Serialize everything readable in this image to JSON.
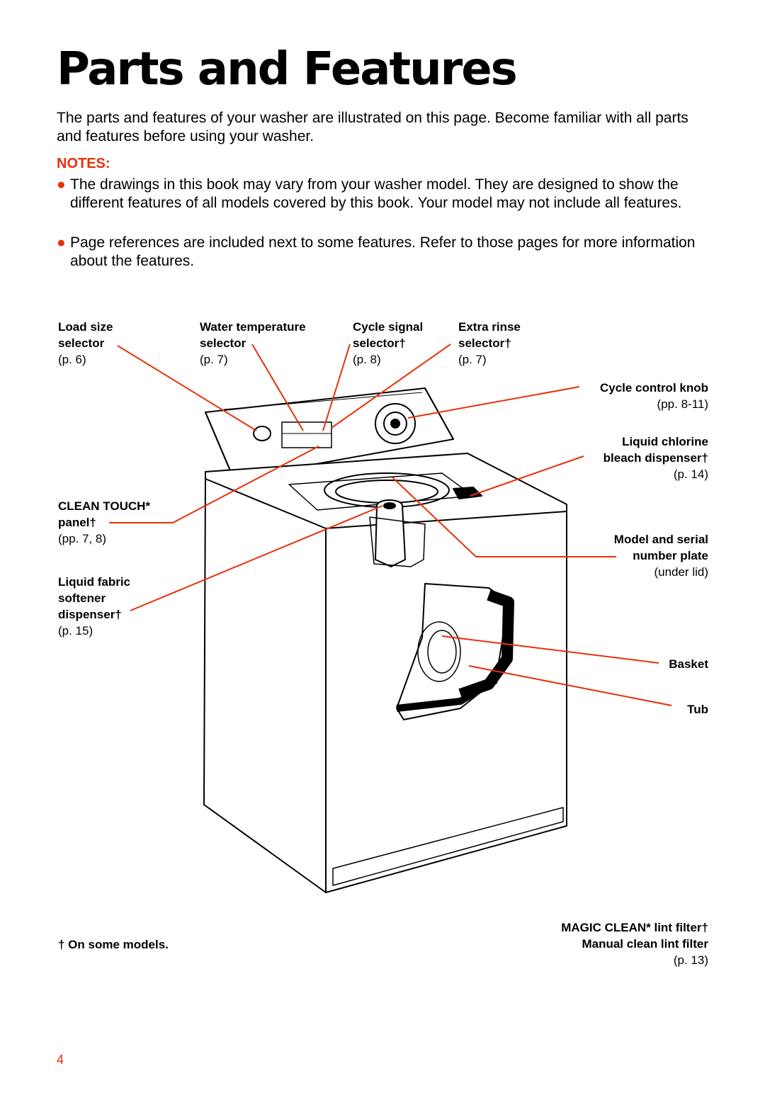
{
  "title": "Parts and Features",
  "intro": "The parts and features of your washer are illustrated on this page. Become familiar with all parts and features before using your washer.",
  "notes_heading": "NOTES:",
  "notes": [
    "The drawings in this book may vary from your washer model. They are designed to show the different features of all models covered by this book. Your model may not include all features.",
    "Page references are included next to some features. Refer to those pages for more information about the features."
  ],
  "labels": {
    "load_size": {
      "line1": "Load size",
      "line2": "selector",
      "page": "(p. 6)"
    },
    "water_temp": {
      "line1": "Water temperature",
      "line2": "selector",
      "page": "(p. 7)"
    },
    "cycle_signal": {
      "line1": "Cycle signal",
      "line2": "selector†",
      "page": "(p. 8)"
    },
    "extra_rinse": {
      "line1": "Extra rinse",
      "line2": "selector†",
      "page": "(p. 7)"
    },
    "cycle_control": {
      "line1": "Cycle control knob",
      "page": "(pp. 8-11)"
    },
    "bleach": {
      "line1": "Liquid chlorine",
      "line2": "bleach dispenser†",
      "page": "(p. 14)"
    },
    "clean_touch": {
      "line1": "CLEAN TOUCH*",
      "line2": "panel†",
      "page": "(pp. 7, 8)"
    },
    "fabric_softener": {
      "line1": "Liquid fabric",
      "line2": "softener",
      "line3": "dispenser†",
      "page": "(p. 15)"
    },
    "model_serial": {
      "line1": "Model and serial",
      "line2": "number plate",
      "page": "(under lid)"
    },
    "basket": {
      "line1": "Basket"
    },
    "tub": {
      "line1": "Tub"
    },
    "lint_filter": {
      "line1": "MAGIC CLEAN* lint filter†",
      "line2": "Manual clean lint filter",
      "page": "(p. 13)"
    }
  },
  "footnote": "† On some models.",
  "page_number": "4",
  "colors": {
    "accent": "#e8300a",
    "line": "#000000"
  }
}
